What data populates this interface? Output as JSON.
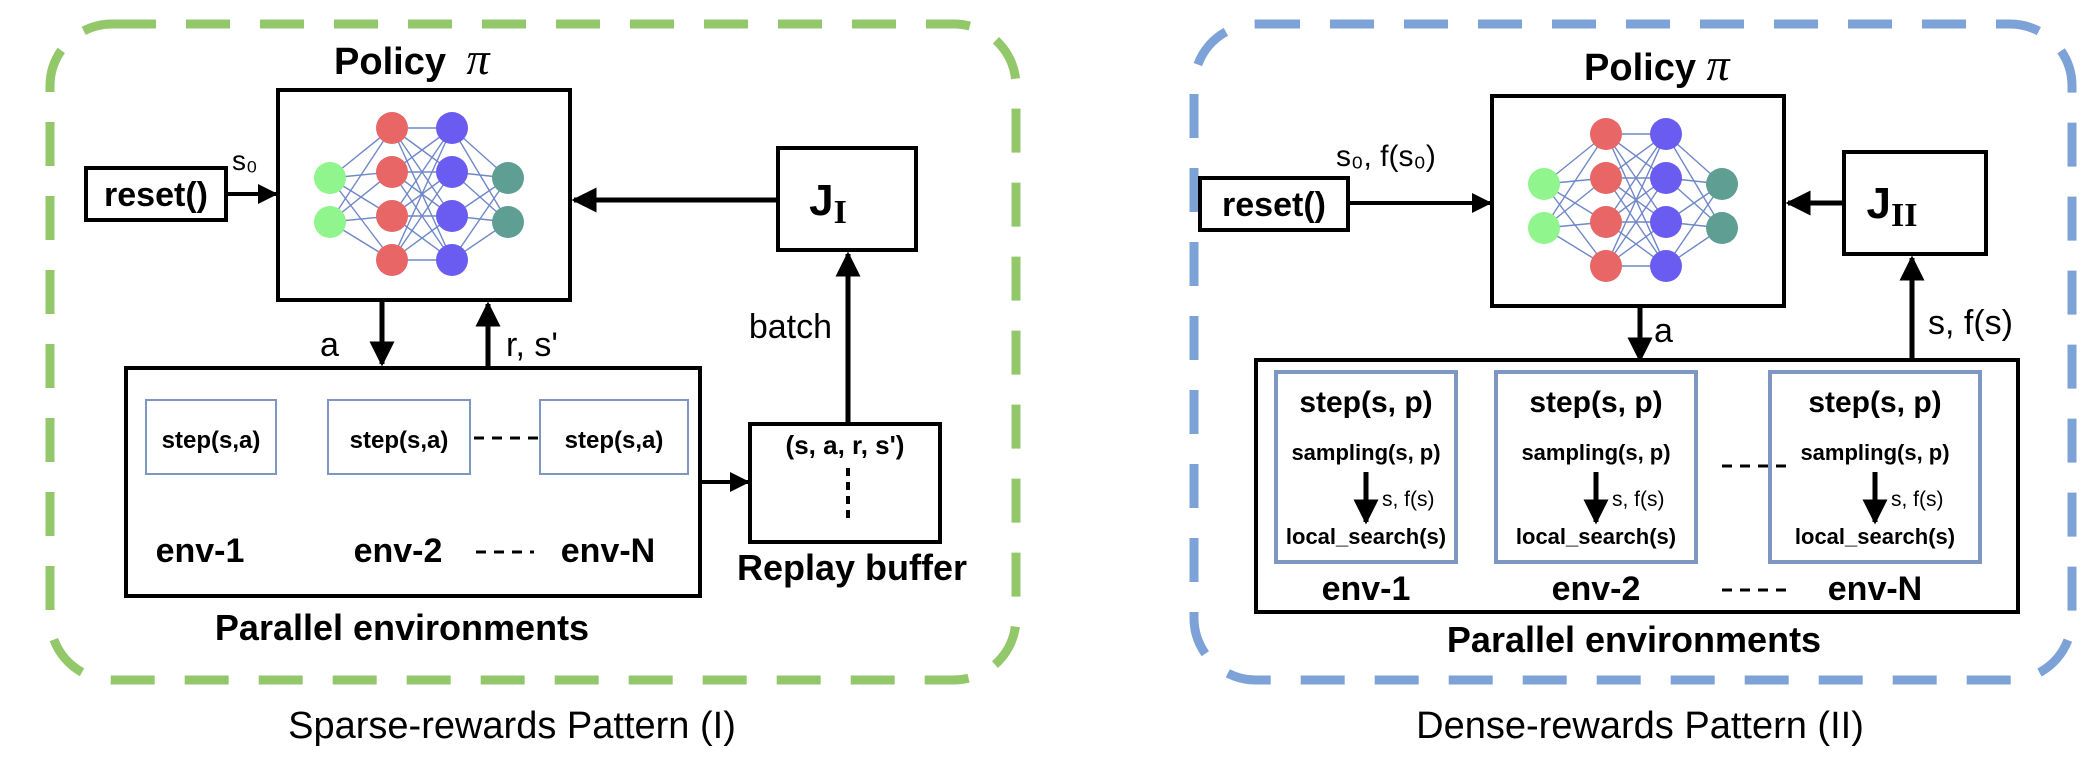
{
  "colors": {
    "pattern1_border": "#93c86a",
    "pattern2_border": "#7da2d8",
    "env_box_border": "#7d96c2",
    "input_node": "#8ff58c",
    "hidden1_node": "#e86666",
    "hidden2_node": "#6a5cf0",
    "output_node": "#5f9e92",
    "edge": "#6f88c7"
  },
  "pattern1": {
    "policy_title": "Policy",
    "policy_symbol": "π",
    "reset_label": "reset()",
    "s0_label": "s₀",
    "j_label": "J",
    "j_sub": "I",
    "a_label": "a",
    "rs_label": "r, s'",
    "batch_label": "batch",
    "envs": {
      "step1": "step(s,a)",
      "step2": "step(s,a)",
      "step3": "step(s,a)",
      "env1": "env-1",
      "env2": "env-2",
      "envN": "env-N"
    },
    "buffer_tuple": "(s, a, r, s')",
    "buffer_label": "Replay buffer",
    "parallel_label": "Parallel environments",
    "caption": "Sparse-rewards Pattern (I)"
  },
  "pattern2": {
    "policy_title": "Policy",
    "policy_symbol": "π",
    "reset_label": "reset()",
    "s0_label": "s₀, f(s₀)",
    "j_label": "J",
    "j_sub": "II",
    "a_label": "a",
    "sfs_label": "s, f(s)",
    "envs": [
      {
        "step": "step(s, p)",
        "sampling": "sampling(s, p)",
        "sfs": "s, f(s)",
        "local": "local_search(s)",
        "name": "env-1"
      },
      {
        "step": "step(s, p)",
        "sampling": "sampling(s, p)",
        "sfs": "s, f(s)",
        "local": "local_search(s)",
        "name": "env-2"
      },
      {
        "step": "step(s, p)",
        "sampling": "sampling(s, p)",
        "sfs": "s, f(s)",
        "local": "local_search(s)",
        "name": "env-N"
      }
    ],
    "parallel_label": "Parallel environments",
    "caption": "Dense-rewards Pattern (II)"
  }
}
